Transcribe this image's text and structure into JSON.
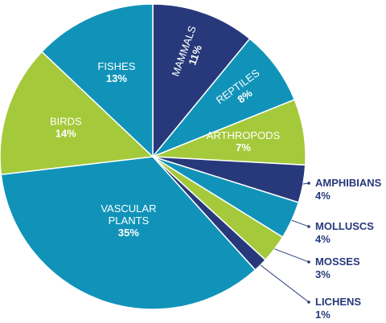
{
  "chart_data": {
    "type": "pie",
    "slices": [
      {
        "label": "MAMMALS",
        "pct_label": "11%",
        "value": 11,
        "color": "#27397a",
        "text_color": "#ffffff",
        "label_mode": "inside-rotated"
      },
      {
        "label": "REPTILES",
        "pct_label": "8%",
        "value": 8,
        "color": "#1193b9",
        "text_color": "#ffffff",
        "label_mode": "inside-rotated"
      },
      {
        "label": "ARTHROPODS",
        "pct_label": "7%",
        "value": 7,
        "color": "#a4c93b",
        "text_color": "#ffffff",
        "label_mode": "inside"
      },
      {
        "label": "AMPHIBIANS",
        "pct_label": "4%",
        "value": 4,
        "color": "#27397a",
        "text_color": "#27397a",
        "label_mode": "outside"
      },
      {
        "label": "MOLLUSCS",
        "pct_label": "4%",
        "value": 4,
        "color": "#1193b9",
        "text_color": "#27397a",
        "label_mode": "outside"
      },
      {
        "label": "MOSSES",
        "pct_label": "3%",
        "value": 3,
        "color": "#a4c93b",
        "text_color": "#27397a",
        "label_mode": "outside"
      },
      {
        "label": "LICHENS",
        "pct_label": "1%",
        "value": 1.5,
        "color": "#27397a",
        "text_color": "#27397a",
        "label_mode": "outside"
      },
      {
        "label": "VASCULAR\nPLANTS",
        "pct_label": "35%",
        "value": 35,
        "color": "#1193b9",
        "text_color": "#ffffff",
        "label_mode": "inside"
      },
      {
        "label": "BIRDS",
        "pct_label": "14%",
        "value": 14,
        "color": "#a4c93b",
        "text_color": "#ffffff",
        "label_mode": "inside"
      },
      {
        "label": "FISHES",
        "pct_label": "13%",
        "value": 13,
        "color": "#1193b9",
        "text_color": "#ffffff",
        "label_mode": "inside"
      }
    ],
    "start_angle_deg": -90,
    "direction": "clockwise",
    "colors": {
      "navy": "#27397a",
      "teal": "#1193b9",
      "lime": "#a4c93b"
    }
  }
}
